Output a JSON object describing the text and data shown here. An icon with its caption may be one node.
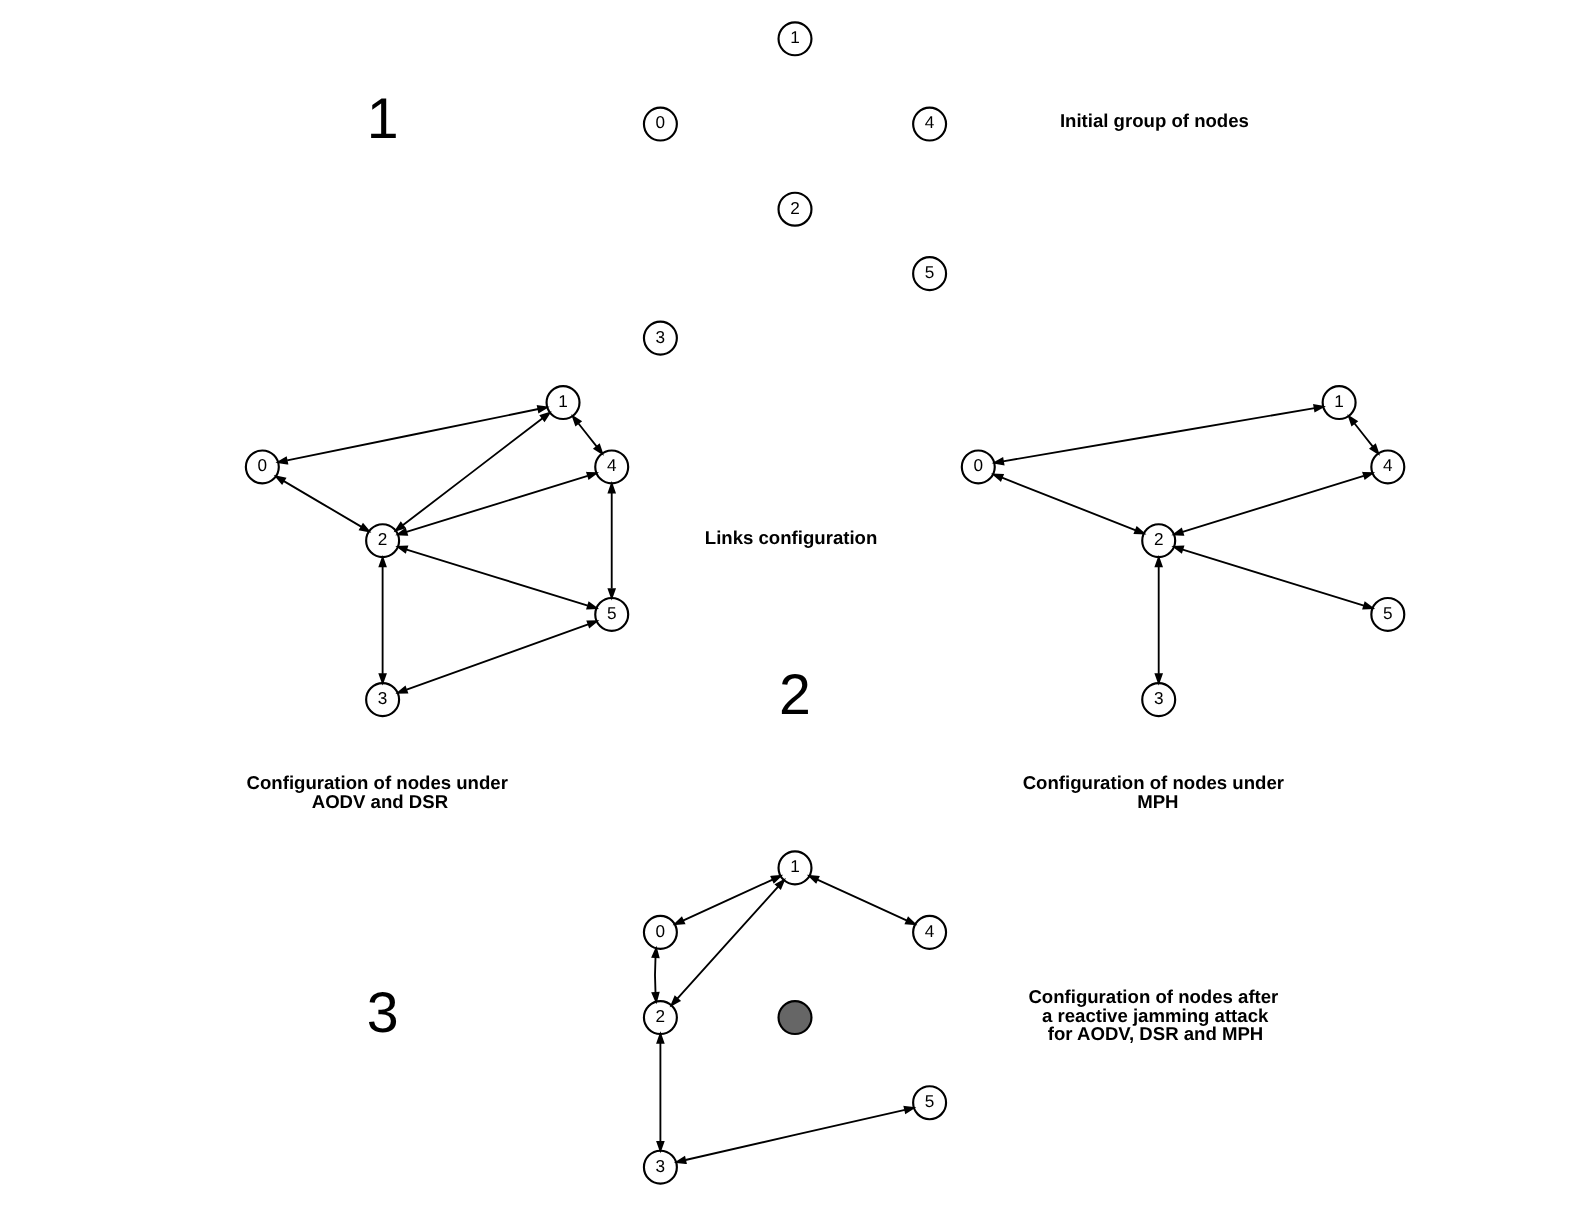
{
  "diagram": {
    "nodes": [
      {
        "text": [
          "0"
        ]
      },
      {
        "text": [
          "1"
        ]
      },
      {
        "text": [
          "2"
        ]
      },
      {
        "text": [
          "3"
        ]
      },
      {
        "text": [
          "4"
        ]
      },
      {
        "text": [
          "5"
        ]
      },
      {
        "text": [
          "0"
        ]
      },
      {
        "text": [
          "1"
        ]
      },
      {
        "text": [
          "2"
        ]
      },
      {
        "text": [
          "3"
        ]
      },
      {
        "text": [
          "4"
        ]
      },
      {
        "text": [
          "5"
        ]
      },
      {
        "text": [
          "0"
        ]
      },
      {
        "text": [
          "1"
        ]
      },
      {
        "text": [
          "2"
        ]
      },
      {
        "text": [
          "3"
        ]
      },
      {
        "text": [
          "4"
        ]
      },
      {
        "text": [
          "5"
        ]
      },
      {
        "text": [
          "0"
        ]
      },
      {
        "text": [
          "1"
        ]
      },
      {
        "text": [
          "2"
        ]
      },
      {
        "text": [
          "3"
        ]
      },
      {
        "text": [
          "4"
        ]
      },
      {
        "text": [
          "5"
        ]
      },
      {
        "text": [],
        "shape": "circle"
      }
    ],
    "edges": [
      {
        "from": 6,
        "to": 7,
        "arrow": "both"
      },
      {
        "from": 6,
        "to": 8,
        "arrow": "both"
      },
      {
        "from": 7,
        "to": 8,
        "arrow": "both"
      },
      {
        "from": 7,
        "to": 10,
        "arrow": "both"
      },
      {
        "from": 8,
        "to": 10,
        "arrow": "both"
      },
      {
        "from": 10,
        "to": 11,
        "arrow": "both"
      },
      {
        "from": 8,
        "to": 11,
        "arrow": "both"
      },
      {
        "from": 8,
        "to": 9,
        "arrow": "both"
      },
      {
        "from": 9,
        "to": 11,
        "arrow": "both"
      },
      {
        "from": 12,
        "to": 13,
        "arrow": "both"
      },
      {
        "from": 12,
        "to": 14,
        "arrow": "both"
      },
      {
        "from": 13,
        "to": 16,
        "arrow": "both"
      },
      {
        "from": 14,
        "to": 16,
        "arrow": "both"
      },
      {
        "from": 14,
        "to": 17,
        "arrow": "both"
      },
      {
        "from": 14,
        "to": 15,
        "arrow": "both"
      },
      {
        "from": 18,
        "to": 19,
        "arrow": "both"
      },
      {
        "from": 18,
        "to": 20,
        "arrow": "both"
      },
      {
        "from": 19,
        "to": 20,
        "arrow": "both"
      },
      {
        "from": 19,
        "to": 22,
        "arrow": "both"
      },
      {
        "from": 20,
        "to": 21,
        "arrow": "both"
      },
      {
        "from": 21,
        "to": 23,
        "arrow": "both"
      }
    ],
    "labels": [
      "1",
      "Initial group of nodes",
      "Links configuration",
      "Configuration of nodes under AODV and DSR",
      "2",
      "Configuration of nodes under MPH",
      "3",
      "Configuration of nodes after a reactive jamming attack for AODV, DSR and MPH"
    ]
  }
}
